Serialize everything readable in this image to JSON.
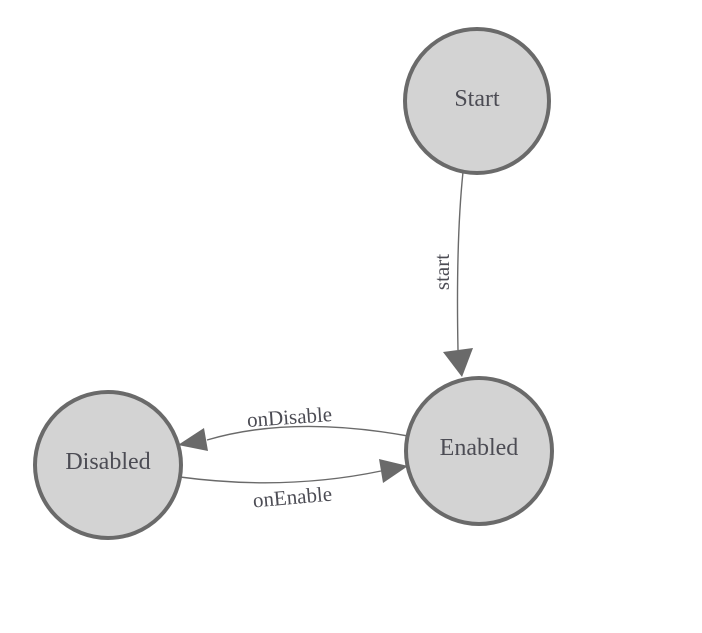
{
  "diagram": {
    "kind": "state-machine",
    "background": "#ffffff",
    "colors": {
      "node_fill": "#d3d3d3",
      "node_stroke": "#6a6a6a",
      "edge_stroke": "#6a6a6a",
      "arrow_fill": "#6a6a6a",
      "label_text": "#4c4c54"
    },
    "nodes": [
      {
        "id": "start",
        "label": "Start"
      },
      {
        "id": "enabled",
        "label": "Enabled"
      },
      {
        "id": "disabled",
        "label": "Disabled"
      }
    ],
    "edges": [
      {
        "id": "start-to-enabled",
        "from": "Start",
        "to": "Enabled",
        "label": "start"
      },
      {
        "id": "enabled-to-disabled",
        "from": "Enabled",
        "to": "Disabled",
        "label": "onDisable"
      },
      {
        "id": "disabled-to-enabled",
        "from": "Disabled",
        "to": "Enabled",
        "label": "onEnable"
      }
    ]
  }
}
